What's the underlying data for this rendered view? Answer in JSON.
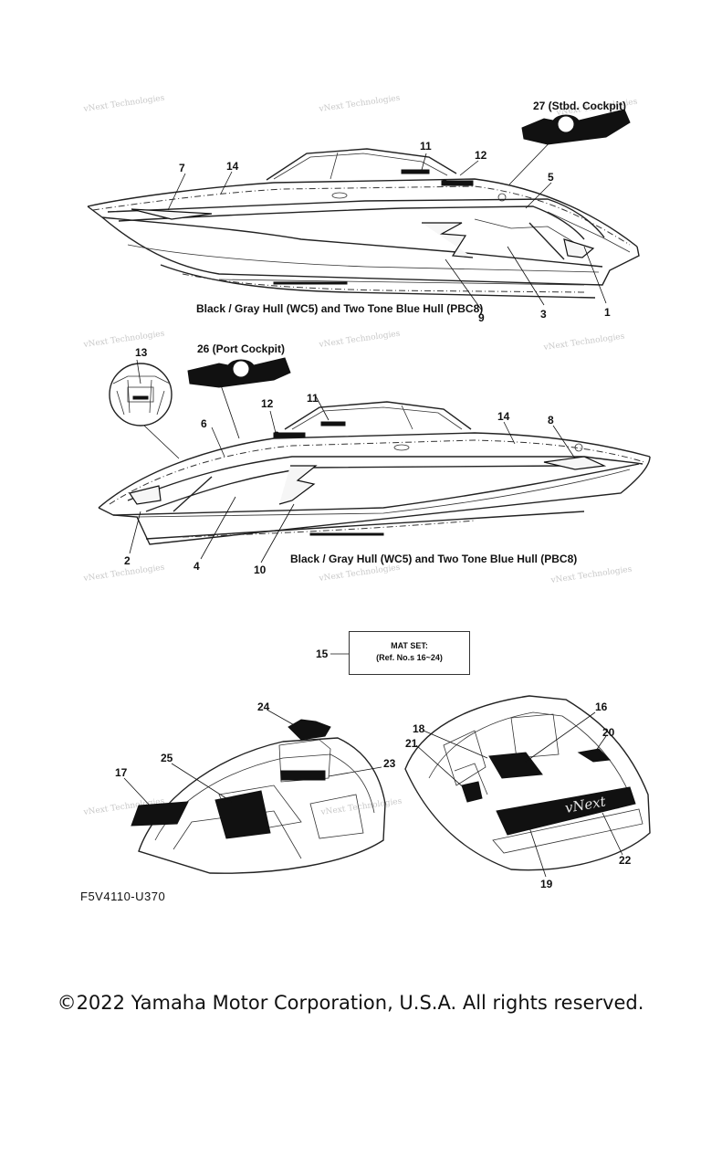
{
  "callouts": {
    "c1": "1",
    "c2": "2",
    "c3": "3",
    "c4": "4",
    "c5": "5",
    "c6": "6",
    "c7": "7",
    "c8": "8",
    "c9": "9",
    "c10": "10",
    "c11a": "11",
    "c11b": "11",
    "c12a": "12",
    "c12b": "12",
    "c13": "13",
    "c14a": "14",
    "c14b": "14",
    "c15": "15",
    "c16": "16",
    "c17": "17",
    "c18": "18",
    "c19": "19",
    "c20": "20",
    "c21": "21",
    "c22": "22",
    "c23": "23",
    "c24": "24",
    "c25": "25",
    "c26": "26 (Port Cockpit)",
    "c27": "27 (Stbd. Cockpit)"
  },
  "captions": {
    "hull_top": "Black / Gray Hull (WC5) and Two Tone Blue Hull (PBC8)",
    "hull_bottom": "Black / Gray Hull (WC5) and Two Tone Blue Hull (PBC8)"
  },
  "mat_box": {
    "line1": "MAT SET:",
    "line2": "(Ref. No.s 16~24)"
  },
  "watermark": {
    "text": "vNext Technologies",
    "logo": "vNext"
  },
  "part_code": "F5V4110-U370",
  "copyright": "©2022 Yamaha Motor Corporation, U.S.A. All rights reserved."
}
